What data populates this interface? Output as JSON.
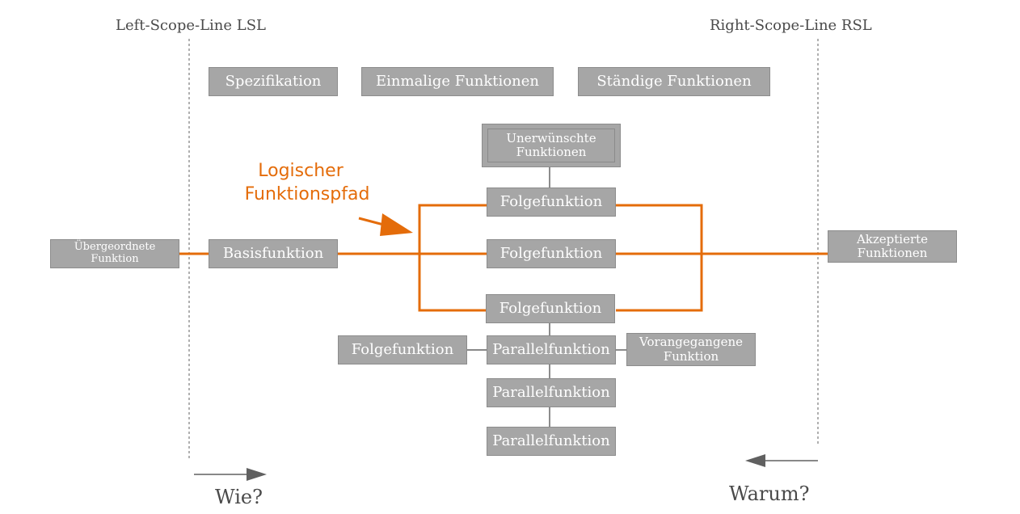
{
  "scope_lines": {
    "left_label": "Left-Scope-Line LSL",
    "right_label": "Right-Scope-Line RSL"
  },
  "header_boxes": {
    "spezifikation": "Spezifikation",
    "einmalige": "Einmalige Funktionen",
    "staendige": "Ständige Funktionen"
  },
  "boxes": {
    "unerwuenschte_line1": "Unerwünschte",
    "unerwuenschte_line2": "Funktionen",
    "uebergeordnete_line1": "Übergeordnete",
    "uebergeordnete_line2": "Funktion",
    "basisfunktion": "Basisfunktion",
    "folge_top": "Folgefunktion",
    "folge_mid": "Folgefunktion",
    "folge_bottom": "Folgefunktion",
    "folge_left": "Folgefunktion",
    "akzeptierte_line1": "Akzeptierte",
    "akzeptierte_line2": "Funktionen",
    "parallel_1": "Parallelfunktion",
    "parallel_2": "Parallelfunktion",
    "parallel_3": "Parallelfunktion",
    "vorangegangene_line1": "Vorangegangene",
    "vorangegangene_line2": "Funktion"
  },
  "logic_path": {
    "line1": "Logischer",
    "line2": "Funktionspfad"
  },
  "directions": {
    "wie": "Wie?",
    "warum": "Warum?"
  },
  "colors": {
    "path_orange": "#e46c0a",
    "box_gray": "#a6a6a6",
    "connector_dark": "#404040"
  }
}
